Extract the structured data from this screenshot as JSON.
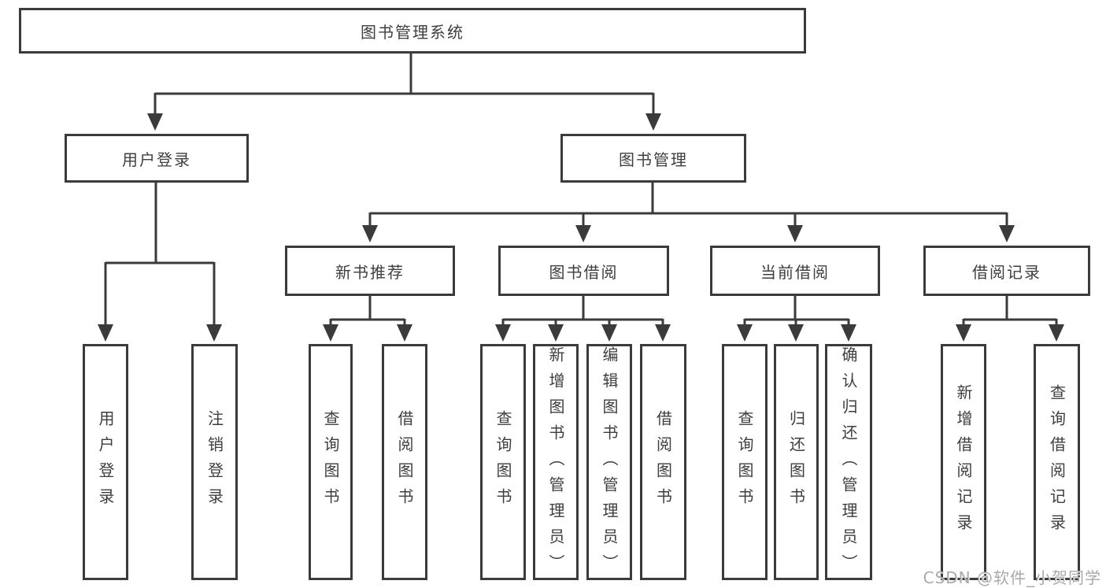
{
  "diagram": {
    "title": "图书管理系统",
    "type": "hierarchy-tree",
    "tree": {
      "label": "图书管理系统",
      "children": [
        {
          "label": "用户登录",
          "children": [
            {
              "label": "用户登录"
            },
            {
              "label": "注销登录"
            }
          ]
        },
        {
          "label": "图书管理",
          "children": [
            {
              "label": "新书推荐",
              "children": [
                {
                  "label": "查询图书"
                },
                {
                  "label": "借阅图书"
                }
              ]
            },
            {
              "label": "图书借阅",
              "children": [
                {
                  "label": "查询图书"
                },
                {
                  "label": "新增图书（管理员）"
                },
                {
                  "label": "编辑图书（管理员）"
                },
                {
                  "label": "借阅图书"
                }
              ]
            },
            {
              "label": "当前借阅",
              "children": [
                {
                  "label": "查询图书"
                },
                {
                  "label": "归还图书"
                },
                {
                  "label": "确认归还（管理员）"
                }
              ]
            },
            {
              "label": "借阅记录",
              "children": [
                {
                  "label": "新增借阅记录"
                },
                {
                  "label": "查询借阅记录"
                }
              ]
            }
          ]
        }
      ]
    },
    "watermark": "CSDN @软件_小贺同学",
    "colors": {
      "line": "#3b3b3b",
      "text": "#3e3e3e",
      "background": "#ffffff",
      "watermark": "#a9a9a9"
    }
  }
}
